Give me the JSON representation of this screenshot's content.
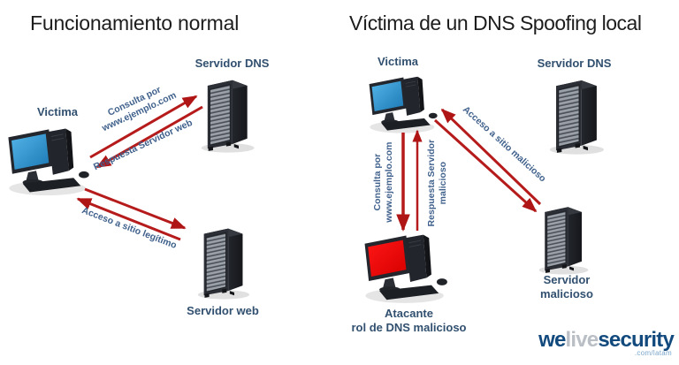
{
  "colors": {
    "arrow_red": "#b61b1b",
    "node_label_blue": "#31506f",
    "arrow_label_blue": "#40618c",
    "title_black": "#1d1d1d",
    "screen_blue": "#2e96d5",
    "screen_red": "#e60000",
    "server_body": "#2c2f36",
    "logo_blue": "#124a7e",
    "logo_gray": "#b9bfc5",
    "logo_light_blue": "#7ba6cb"
  },
  "left_panel": {
    "title": "Funcionamiento normal",
    "victim_label": "Victima",
    "dns_server_label": "Servidor DNS",
    "web_server_label": "Servidor web",
    "arrow_consulta_line1": "Consulta por",
    "arrow_consulta_line2": "www.ejemplo.com",
    "arrow_respuesta": "Respuesta Servidor web",
    "arrow_acceso": "Acceso a sitio legítimo"
  },
  "right_panel": {
    "title": "Víctima de un DNS Spoofing local",
    "victim_label": "Victima",
    "dns_server_label": "Servidor DNS",
    "malicious_server_line1": "Servidor",
    "malicious_server_line2": "malicioso",
    "attacker_line1": "Atacante",
    "attacker_line2": "rol de DNS malicioso",
    "arrow_consulta_line1": "Consulta por",
    "arrow_consulta_line2": "www.ejemplo.com",
    "arrow_respuesta_line1": "Respuesta Servidor",
    "arrow_respuesta_line2": "malicioso",
    "arrow_acceso": "Acceso a sitio malicioso"
  },
  "footer": {
    "logo_we": "we",
    "logo_live": "live",
    "logo_security": "security",
    "logo_domain": ".com/latam"
  }
}
